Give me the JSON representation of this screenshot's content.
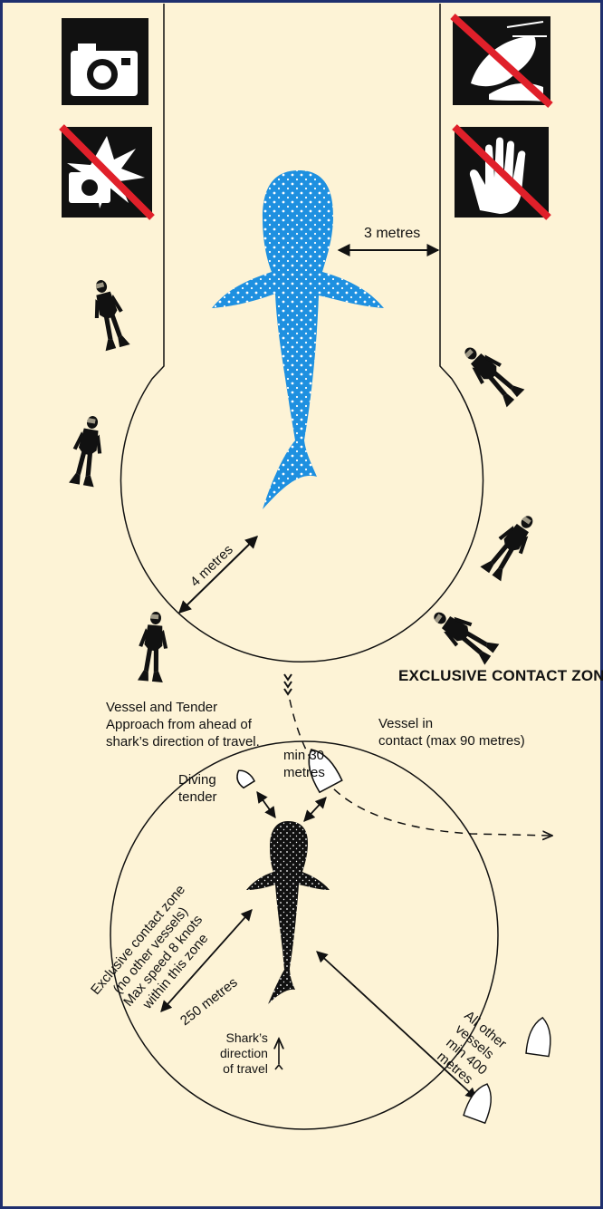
{
  "upper_diagram": {
    "distance_side": "3 metres",
    "distance_rear": "4 metres"
  },
  "lower_diagram": {
    "heading": "EXCLUSIVE CONTACT ZONE",
    "approach_note": [
      "Vessel and Tender",
      "Approach from ahead of",
      "shark’s direction of travel."
    ],
    "vessel_in_contact": [
      "Vessel in",
      "contact (max 90 metres)"
    ],
    "min_30": [
      "min 30",
      "metres"
    ],
    "diving_tender": [
      "Diving",
      "tender"
    ],
    "exclusive_zone": [
      "Exclusive contact zone",
      "(no other vessels)",
      "Max speed 8 knots",
      "within this zone"
    ],
    "radius_label": "250 metres",
    "direction_label": [
      "Shark’s",
      "direction",
      "of travel"
    ],
    "other_vessels": [
      "All other",
      "vessels",
      "min 400",
      "metres"
    ]
  },
  "icons": [
    "camera-icon",
    "no-flash-icon",
    "no-touch-riding-icon",
    "no-touch-hand-icon",
    "diver-icon",
    "whale-shark-icon",
    "boat-icon"
  ],
  "colors": {
    "background": "#fdf3d6",
    "border": "#1f2f6e",
    "shark_blue": "#1e90e0",
    "prohibit_red": "#e0202a"
  }
}
